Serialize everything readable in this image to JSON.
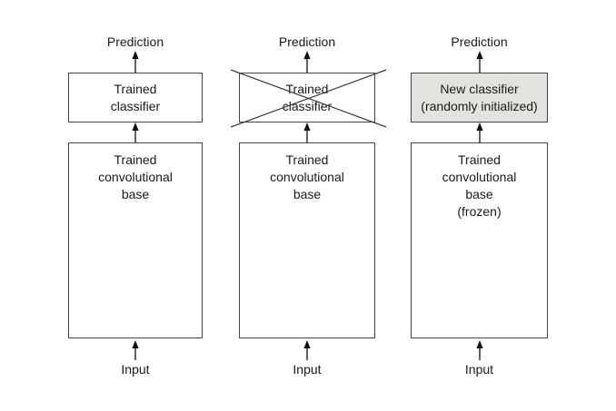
{
  "colors": {
    "background": "#ffffff",
    "box_border": "#454545",
    "box_fill": "#fffffe",
    "highlight_fill": "#e3e2de",
    "text": "#1a1a1a",
    "arrow": "#111111"
  },
  "columns": [
    {
      "prediction_label": "Prediction",
      "classifier": {
        "lines": [
          "Trained",
          "classifier"
        ],
        "crossed_out": false,
        "highlighted": false
      },
      "conv_base": {
        "lines": [
          "Trained",
          "convolutional",
          "base"
        ]
      },
      "input_label": "Input"
    },
    {
      "prediction_label": "Prediction",
      "classifier": {
        "lines": [
          "Trained",
          "classifier"
        ],
        "crossed_out": true,
        "highlighted": false
      },
      "conv_base": {
        "lines": [
          "Trained",
          "convolutional",
          "base"
        ]
      },
      "input_label": "Input"
    },
    {
      "prediction_label": "Prediction",
      "classifier": {
        "lines": [
          "New classifier",
          "(randomly initialized)"
        ],
        "crossed_out": false,
        "highlighted": true
      },
      "conv_base": {
        "lines": [
          "Trained",
          "convolutional",
          "base",
          "(frozen)"
        ]
      },
      "input_label": "Input"
    }
  ]
}
